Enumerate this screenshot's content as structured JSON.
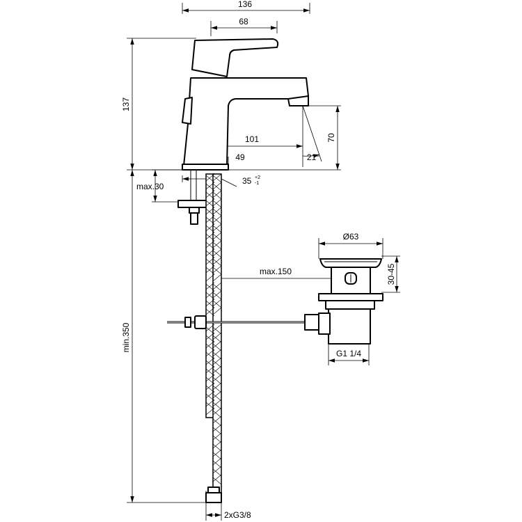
{
  "dimensions": {
    "overall_width": "136",
    "lever_length": "68",
    "height": "137",
    "spout_reach": "101",
    "spout_offset": "49",
    "outlet_height": "70",
    "outlet_angle": "21°",
    "hole_diameter": "35",
    "tolerance_plus": "+2",
    "tolerance_minus": "-1",
    "max_deck_thickness": "max.30",
    "waste_diameter": "Ø63",
    "waste_range": "30-45",
    "rod_max": "max.150",
    "waste_thread": "G1 1/4",
    "hose_length": "min.350",
    "hose_thread": "2xG3/8"
  }
}
